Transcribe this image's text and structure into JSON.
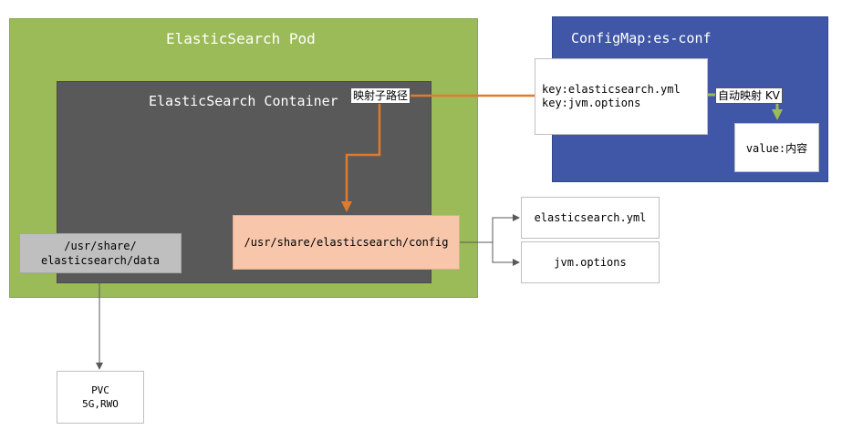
{
  "pod": {
    "title": "ElasticSearch Pod"
  },
  "container": {
    "title": "ElasticSearch Container",
    "subpath_label": "映射子路径"
  },
  "config_dir": {
    "path": "/usr/share/elasticsearch/config"
  },
  "data_dir": {
    "line1": "/usr/share/",
    "line2": "elasticsearch/data"
  },
  "pvc": {
    "line1": "PVC",
    "line2": "5G,RWO"
  },
  "configmap": {
    "title": "ConfigMap:es-conf",
    "key1": "key:elasticsearch.yml",
    "key2": "key:jvm.options",
    "auto_label": "自动映射 KV",
    "value": "value:内容"
  },
  "files": [
    "elasticsearch.yml",
    "jvm.options"
  ],
  "colors": {
    "pod_green": "#9bbb59",
    "container_gray": "#595959",
    "configmap_blue": "#3f57a6",
    "config_orange": "#f8c7ab",
    "arrow_orange": "#e07b2e",
    "arrow_green": "#9bbb59"
  }
}
